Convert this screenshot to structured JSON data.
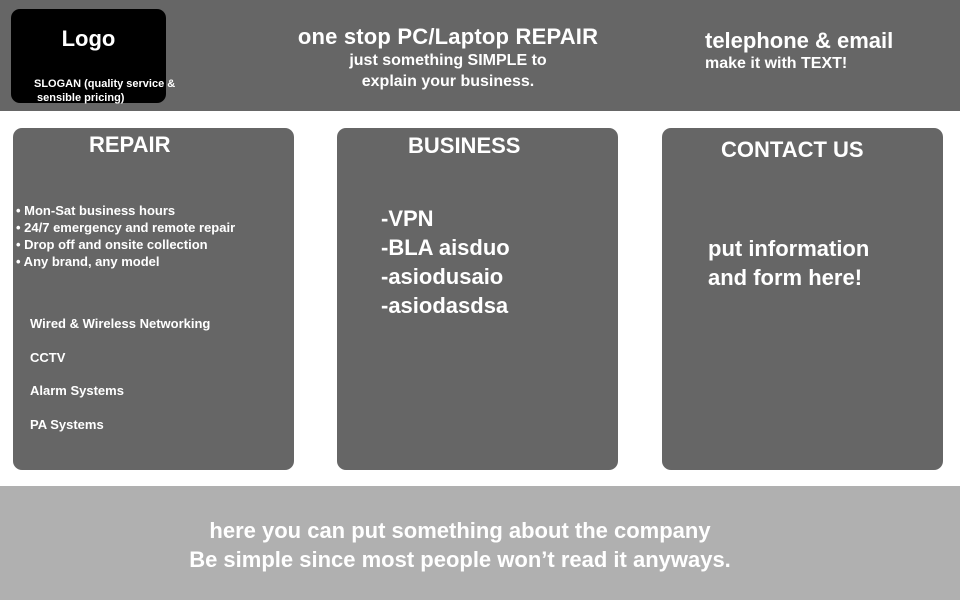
{
  "header": {
    "logo": "Logo",
    "slogan": "SLOGAN (quality service &\n sensible pricing)",
    "tagline_title": "one stop PC/Laptop REPAIR",
    "tagline_line1": "just something SIMPLE to",
    "tagline_line2": "explain your business.",
    "contact_title": "telephone & email",
    "contact_sub": "make it with TEXT!"
  },
  "cards": {
    "repair": {
      "title": "REPAIR",
      "bullets": [
        "• Mon-Sat business hours",
        "• 24/7 emergency and remote repair",
        "• Drop off and onsite collection",
        "• Any brand, any model"
      ],
      "services": [
        "Wired & Wireless Networking",
        "CCTV",
        "Alarm Systems",
        "PA Systems"
      ]
    },
    "business": {
      "title": "BUSINESS",
      "items": [
        "-VPN",
        "-BLA aisduo",
        "-asiodusaio",
        "-asiodasdsa"
      ]
    },
    "contact": {
      "title": "CONTACT US",
      "line1": "put information",
      "line2": "and form here!"
    }
  },
  "footer": {
    "line1": "here you can put something about the company",
    "line2": "Be simple since most people won’t read it anyways."
  },
  "colors": {
    "header_bg": "#666666",
    "card_bg": "#666666",
    "logo_bg": "#000000",
    "footer_bg": "#b0b0b0",
    "text": "#ffffff"
  }
}
